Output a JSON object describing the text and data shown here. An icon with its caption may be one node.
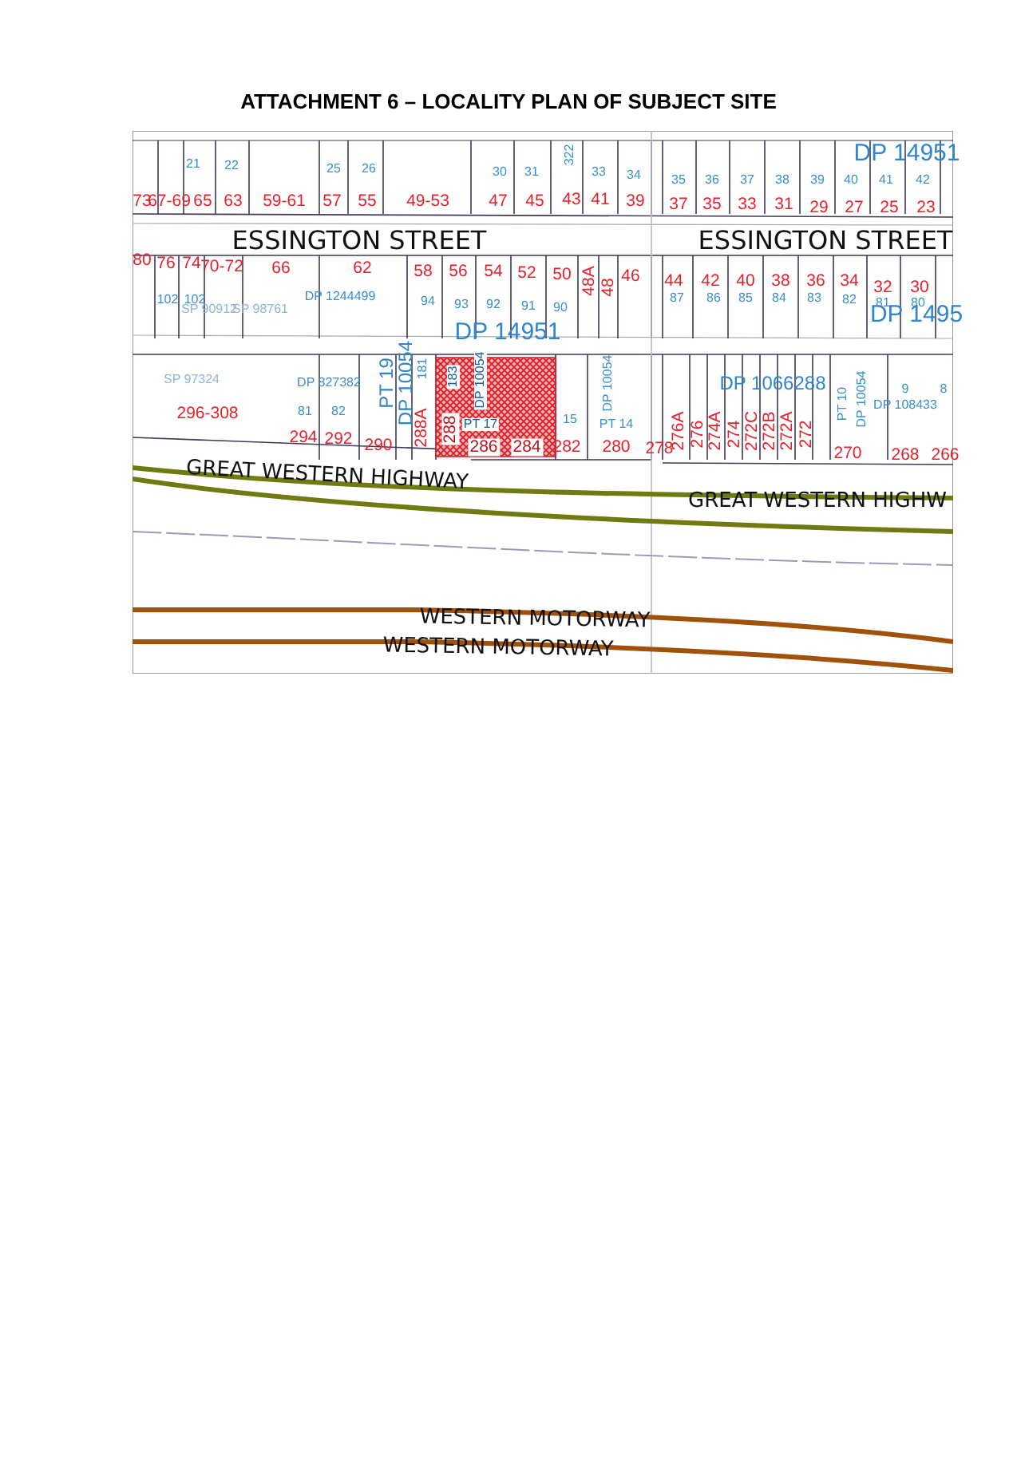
{
  "diagram": {
    "title": "ATTACHMENT 6 – LOCALITY PLAN OF SUBJECT SITE",
    "labels": [
      "21",
      "22",
      "322",
      "25",
      "26",
      "30",
      "31",
      "33",
      "34",
      "35",
      "36",
      "37",
      "38",
      "39",
      "40",
      "41",
      "42",
      "DP 14951",
      "73",
      "67-69",
      "65",
      "63",
      "59-61",
      "57",
      "55",
      "49-53",
      "47",
      "45",
      "43",
      "41",
      "39",
      "37",
      "35",
      "33",
      "31",
      "29",
      "27",
      "25",
      "23",
      "ESSINGTON STREET",
      "ESSINGTON STREET",
      "80",
      "76",
      "74",
      "70-72",
      "66",
      "62",
      "58",
      "56",
      "54",
      "52",
      "50",
      "48A",
      "48",
      "46",
      "44",
      "42",
      "40",
      "38",
      "36",
      "34",
      "32",
      "30",
      "102",
      "102",
      "SP 90912",
      "SP 98761",
      "DP 1244499",
      "94",
      "93",
      "92",
      "91",
      "90",
      "87",
      "86",
      "85",
      "84",
      "83",
      "82",
      "81",
      "80",
      "DP 14951",
      "DP 1495",
      "SP 97324",
      "DP 827382",
      "181",
      "PT 19",
      "DP 10054",
      "183",
      "DP 10054",
      "DP 10054",
      "DP 1066288",
      "9",
      "8",
      "81",
      "82",
      "PT 17",
      "15",
      "PT 14",
      "PT 10",
      "DP 10054",
      "DP 108433",
      "296-308",
      "294",
      "292",
      "290",
      "288A",
      "288",
      "286",
      "284",
      "282",
      "280",
      "278",
      "276A",
      "276",
      "274A",
      "274",
      "272C",
      "272B",
      "272A",
      "272",
      "270",
      "268",
      "266",
      "GREAT WESTERN HIGHWAY",
      "GREAT WESTERN HIGHW",
      "WESTERN MOTORWAY",
      "WESTERN MOTORWAY"
    ]
  }
}
